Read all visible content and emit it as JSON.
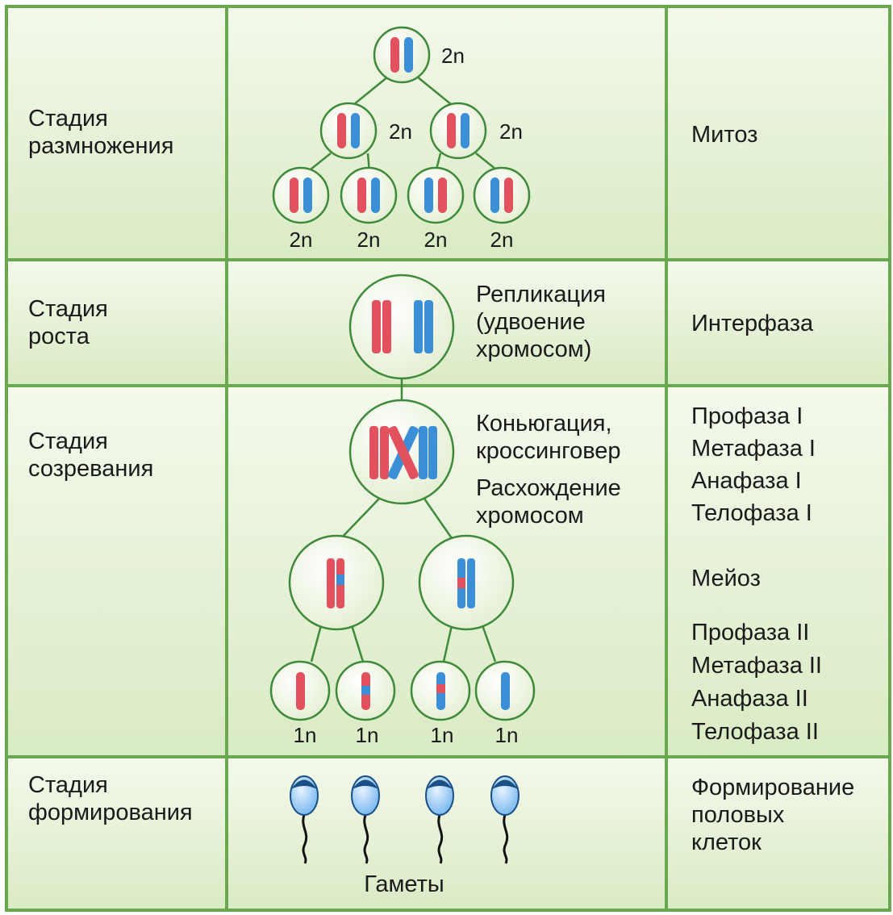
{
  "title_partial": "",
  "colors": {
    "maternal_chromosome": "#e2525e",
    "paternal_chromosome": "#3a8fd6",
    "cell_fill": "#eef5df",
    "cell_border": "#3f8a3a",
    "grid": "#6aa84f",
    "row_background": "#e6f0d6"
  },
  "rows": [
    {
      "stage": "Стадия размножения",
      "stage_lines": [
        "Стадия",
        "размножения"
      ],
      "process_lines": [
        "Митоз"
      ],
      "ploidy_labels": [
        "2n",
        "2n",
        "2n",
        "2n",
        "2n",
        "2n",
        "2n"
      ]
    },
    {
      "stage": "Стадия роста",
      "stage_lines": [
        "Стадия",
        "роста"
      ],
      "caption_lines": [
        "Репликация",
        "(удвоение",
        "хромосом)"
      ],
      "process_lines": [
        "Интерфаза"
      ]
    },
    {
      "stage": "Стадия созревания",
      "stage_lines": [
        "Стадия",
        "созревания"
      ],
      "caption_lines": [
        "Коньюгация,",
        "кроссинговер",
        "Расхождение",
        "хромосом"
      ],
      "process_lines": [
        "Профаза I",
        "Метафаза I",
        "Анафаза I",
        "Телофаза I",
        "Мейоз",
        "Профаза II",
        "Метафаза II",
        "Анафаза II",
        "Телофаза II"
      ],
      "ploidy_labels": [
        "1n",
        "1n",
        "1n",
        "1n"
      ]
    },
    {
      "stage": "Стадия формирования",
      "stage_lines": [
        "Стадия",
        "формирования"
      ],
      "caption_lines": [
        "Гаметы"
      ],
      "process_lines": [
        "Формирование",
        "половых",
        "клеток"
      ]
    }
  ]
}
